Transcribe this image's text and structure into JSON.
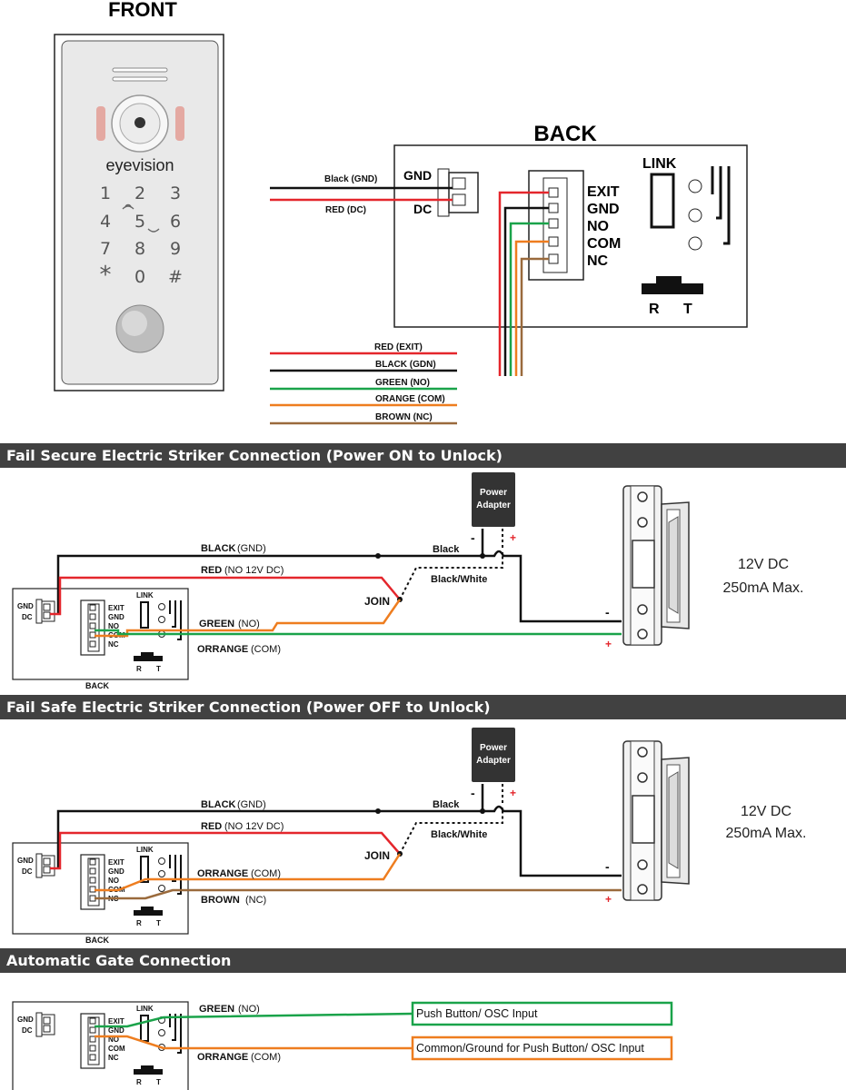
{
  "front": {
    "title": "FRONT",
    "brand": "eyevision",
    "keys": [
      "1",
      "2",
      "3",
      "4",
      "5",
      "6",
      "7",
      "8",
      "9",
      "*",
      "0",
      "#"
    ]
  },
  "back": {
    "title": "BACK",
    "power_labels": [
      "GND",
      "DC"
    ],
    "power_wires": [
      "Black (GND)",
      "RED (DC)"
    ],
    "terminals": [
      "EXIT",
      "GND",
      "NO",
      "COM",
      "NC"
    ],
    "link_label": "LINK",
    "switch_labels": [
      "R",
      "T"
    ]
  },
  "wire_legend": [
    "RED (EXIT)",
    "BLACK (GDN)",
    "GREEN (NO)",
    "ORANGE (COM)",
    "BROWN (NC)"
  ],
  "colors": {
    "red": "#e4262c",
    "black": "#111111",
    "green": "#1aa34a",
    "orange": "#ee7d1f",
    "brown": "#9a6a3c",
    "banner": "#414141"
  },
  "mini_board": {
    "power_labels": [
      "GND",
      "DC"
    ],
    "terminals": [
      "EXIT",
      "GND",
      "NO",
      "COM",
      "NC"
    ],
    "link_label": "LINK",
    "switch_labels": [
      "R",
      "T"
    ],
    "caption": "BACK"
  },
  "sections": {
    "fail_secure": {
      "title": "Fail Secure Electric Striker Connection (Power ON to Unlock)",
      "adapter": [
        "Power",
        "Adapter"
      ],
      "minus": "-",
      "plus": "+",
      "wire_black": "BLACK",
      "wire_black_note": "(GND)",
      "wire_red": "RED",
      "wire_red_note": "(NO 12V DC)",
      "wire_a": "GREEN",
      "wire_a_note": "(NO)",
      "wire_b": "ORRANGE",
      "wire_b_note": "(COM)",
      "join": "JOIN",
      "adapter_black": "Black",
      "adapter_bw": "Black/White",
      "spec": [
        "12V DC",
        "250mA Max."
      ]
    },
    "fail_safe": {
      "title": "Fail Safe Electric Striker Connection (Power OFF to Unlock)",
      "adapter": [
        "Power",
        "Adapter"
      ],
      "minus": "-",
      "plus": "+",
      "wire_black": "BLACK",
      "wire_black_note": "(GND)",
      "wire_red": "RED",
      "wire_red_note": "(NO 12V DC)",
      "wire_a": "ORRANGE",
      "wire_a_note": "(COM)",
      "wire_b": "BROWN",
      "wire_b_note": "(NC)",
      "join": "JOIN",
      "adapter_black": "Black",
      "adapter_bw": "Black/White",
      "spec": [
        "12V DC",
        "250mA Max."
      ]
    },
    "gate": {
      "title": "Automatic Gate Connection",
      "wire_a": "GREEN",
      "wire_a_note": "(NO)",
      "wire_b": "ORRANGE",
      "wire_b_note": "(COM)",
      "box_a": "Push Button/ OSC Input",
      "box_b": "Common/Ground for Push Button/ OSC Input"
    }
  }
}
